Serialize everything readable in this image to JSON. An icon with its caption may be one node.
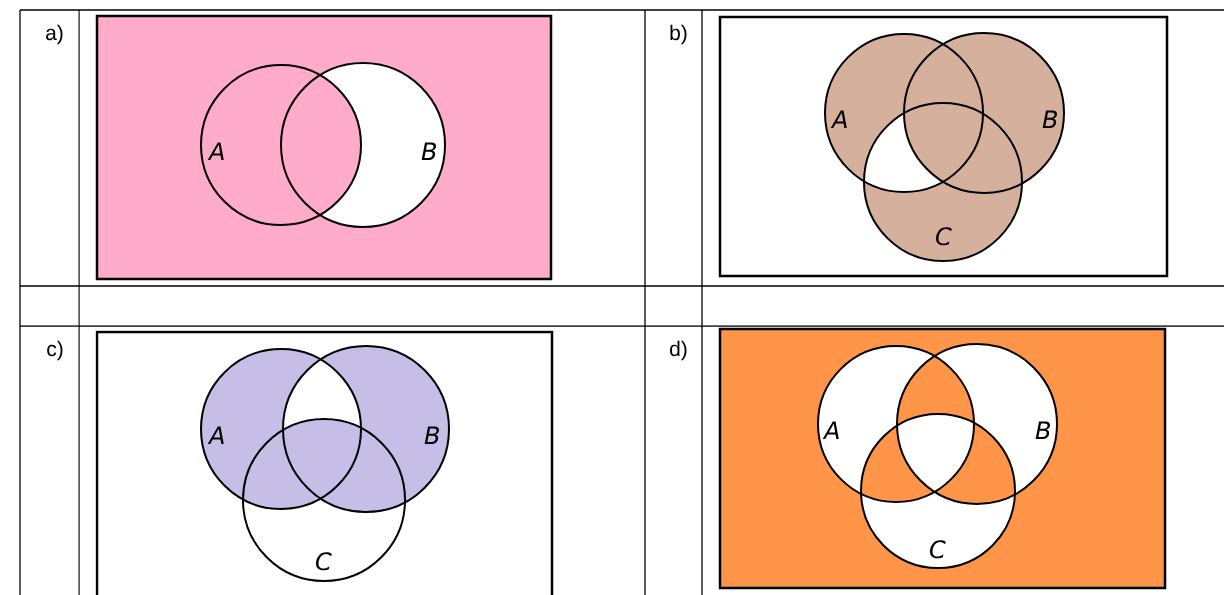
{
  "diagram": {
    "nodes": [
      {
        "text": [],
        "shape": "box"
      },
      {
        "text": [
          "A"
        ],
        "in": 0
      },
      {
        "text": [
          "B"
        ],
        "in": 0
      },
      {
        "text": [],
        "shape": "box"
      },
      {
        "text": [
          "A"
        ],
        "in": 3
      },
      {
        "text": [
          "B"
        ],
        "in": 3
      },
      {
        "text": [
          "C"
        ],
        "in": 3
      },
      {
        "text": [],
        "shape": "box"
      },
      {
        "text": [
          "A"
        ],
        "in": 7
      },
      {
        "text": [
          "B"
        ],
        "in": 7
      },
      {
        "text": [
          "C"
        ],
        "in": 7
      },
      {
        "text": [],
        "shape": "box"
      },
      {
        "text": [
          "A"
        ],
        "in": 11
      },
      {
        "text": [
          "B"
        ],
        "in": 11
      },
      {
        "text": [
          "C"
        ],
        "in": 11
      }
    ],
    "labels": [
      "a)",
      "b)",
      "c)",
      "d)"
    ]
  }
}
